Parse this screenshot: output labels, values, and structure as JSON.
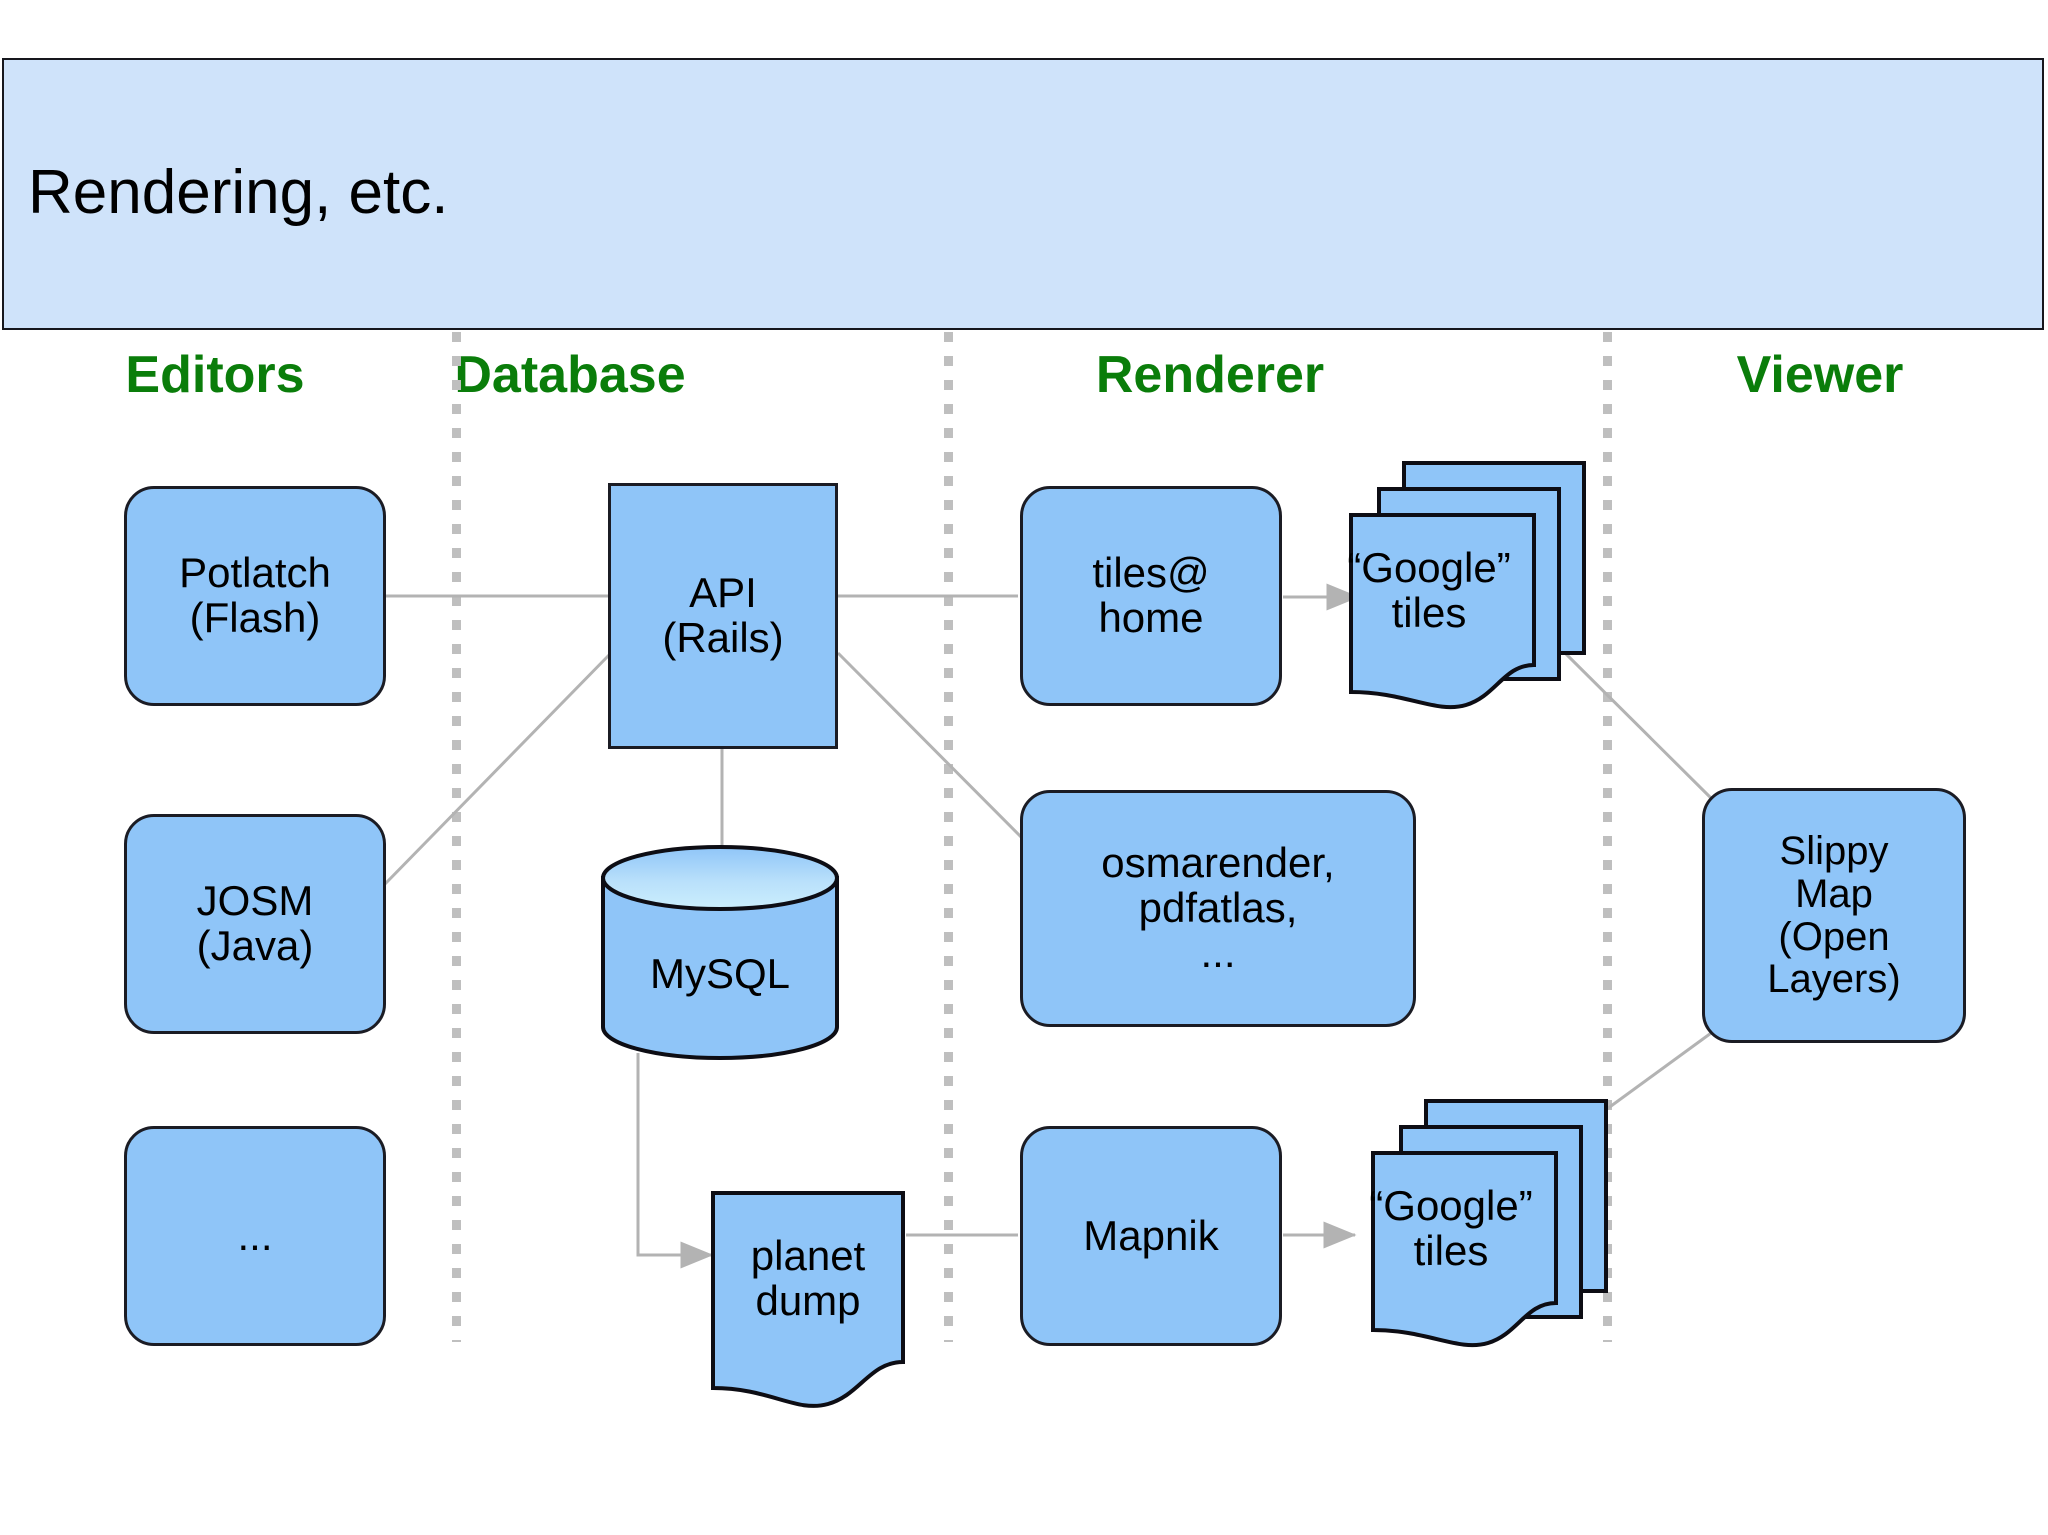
{
  "banner": {
    "title": "Rendering, etc.",
    "fill_color": "#cfe3fa",
    "border_color": "#16171d"
  },
  "colors": {
    "node_fill": "#8fc5f8",
    "node_border": "#1b1c24",
    "header_green": "#0a7d0a",
    "connector_gray": "#b3b3b3",
    "divider_gray": "#bfbfbf",
    "cylinder_top_light": "#c9e9fb"
  },
  "columns": [
    {
      "id": "editors",
      "label": "Editors"
    },
    {
      "id": "database",
      "label": "Database"
    },
    {
      "id": "renderer",
      "label": "Renderer"
    },
    {
      "id": "viewer",
      "label": "Viewer"
    }
  ],
  "nodes": {
    "potlatch": {
      "label": "Potlatch\n(Flash)",
      "shape": "rounded-rect",
      "column": "editors"
    },
    "josm": {
      "label": "JOSM\n(Java)",
      "shape": "rounded-rect",
      "column": "editors"
    },
    "more_editors": {
      "label": "...",
      "shape": "rounded-rect",
      "column": "editors"
    },
    "api": {
      "label": "API\n(Rails)",
      "shape": "rect",
      "column": "database"
    },
    "mysql": {
      "label": "MySQL",
      "shape": "cylinder",
      "column": "database"
    },
    "planet_dump": {
      "label": "planet\ndump",
      "shape": "document",
      "column": "database"
    },
    "tiles_at_home": {
      "label": "tiles@\nhome",
      "shape": "rounded-rect",
      "column": "renderer"
    },
    "osmarender": {
      "label": "osmarender,\npdfatlas,\n...",
      "shape": "rounded-rect",
      "column": "renderer"
    },
    "mapnik": {
      "label": "Mapnik",
      "shape": "rounded-rect",
      "column": "renderer"
    },
    "google_tiles_top": {
      "label": "“Google”\ntiles",
      "shape": "document-stack",
      "column": "renderer"
    },
    "google_tiles_bottom": {
      "label": "“Google”\ntiles",
      "shape": "document-stack",
      "column": "renderer"
    },
    "slippy_map": {
      "label": "Slippy\nMap\n(Open\nLayers)",
      "shape": "rounded-rect",
      "column": "viewer"
    }
  },
  "edges": [
    {
      "from": "potlatch",
      "to": "api",
      "arrow": false
    },
    {
      "from": "josm",
      "to": "api",
      "arrow": false
    },
    {
      "from": "api",
      "to": "mysql",
      "arrow": false
    },
    {
      "from": "api",
      "to": "tiles_at_home",
      "arrow": false
    },
    {
      "from": "api",
      "to": "osmarender",
      "arrow": false
    },
    {
      "from": "mysql",
      "to": "planet_dump",
      "arrow": true
    },
    {
      "from": "planet_dump",
      "to": "mapnik",
      "arrow": false
    },
    {
      "from": "tiles_at_home",
      "to": "google_tiles_top",
      "arrow": true
    },
    {
      "from": "mapnik",
      "to": "google_tiles_bottom",
      "arrow": true
    },
    {
      "from": "google_tiles_top",
      "to": "slippy_map",
      "arrow": false
    },
    {
      "from": "google_tiles_bottom",
      "to": "slippy_map",
      "arrow": false
    }
  ]
}
